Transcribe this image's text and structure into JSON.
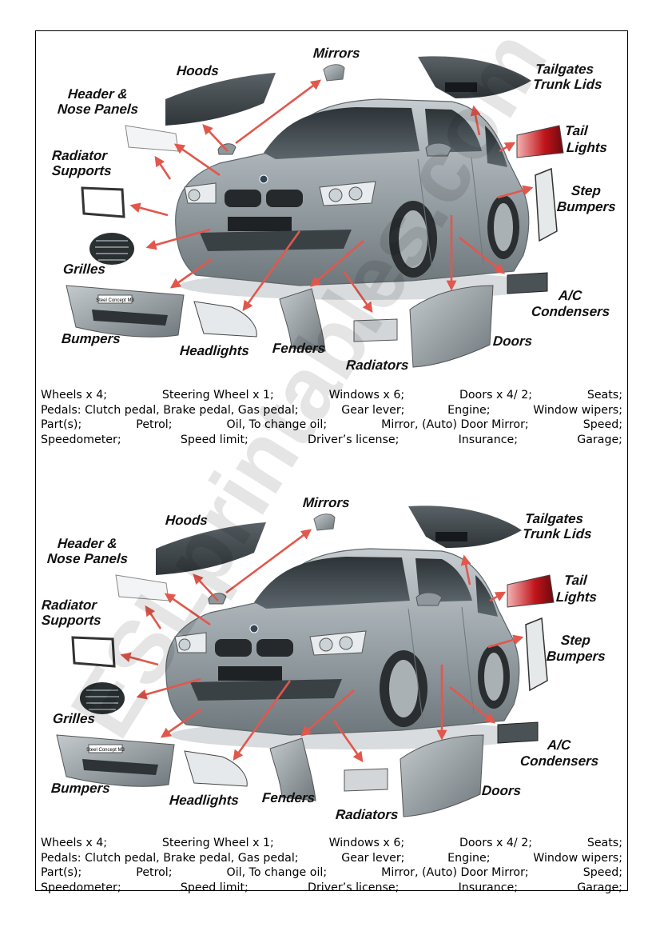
{
  "parts": {
    "hoods": "Hoods",
    "mirrors": "Mirrors",
    "tailgates_line1": "Tailgates",
    "tailgates_line2": "Trunk Lids",
    "header_line1": "Header &",
    "header_line2": "Nose Panels",
    "tail_line1": "Tail",
    "tail_line2": "Lights",
    "radiator_supports_line1": "Radiator",
    "radiator_supports_line2": "Supports",
    "step_line1": "Step",
    "step_line2": "Bumpers",
    "grilles": "Grilles",
    "ac_line1": "A/C",
    "ac_line2": "Condensers",
    "bumpers": "Bumpers",
    "headlights": "Headlights",
    "fenders": "Fenders",
    "doors": "Doors",
    "radiators": "Radiators"
  },
  "vocab_rows": [
    [
      "Wheels x 4;",
      "Steering Wheel x 1;",
      "Windows x 6;",
      "Doors x 4/ 2;",
      "Seats;"
    ],
    [
      "Pedals: Clutch pedal, Brake pedal, Gas pedal;",
      "Gear lever;",
      "Engine;",
      "Window  wipers;"
    ],
    [
      "Part(s);",
      "Petrol;",
      "Oil, To change oil;",
      "Mirror,  (Auto) Door Mirror;",
      "Speed;"
    ],
    [
      "Speedometer;",
      "Speed limit;",
      "Driver’s license;",
      "Insurance;",
      "Garage;"
    ]
  ],
  "plate_text": "Steel Concept M3",
  "watermark": "ESLprintables.com",
  "colors": {
    "arrow": "#e2574c",
    "car_body": "#9aa3a8",
    "label": "#111111"
  }
}
